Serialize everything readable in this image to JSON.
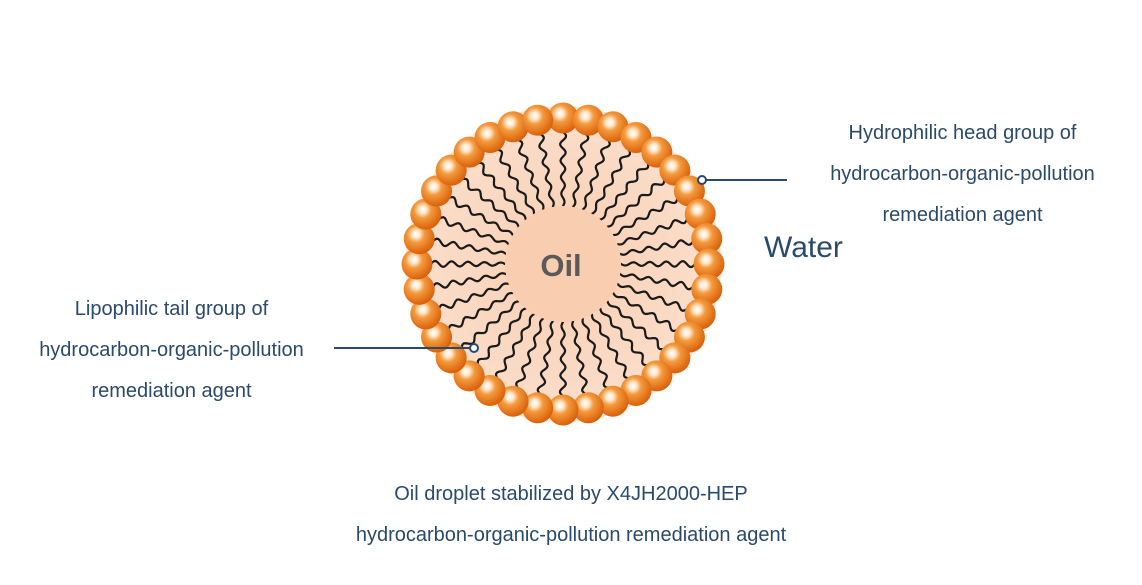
{
  "diagram": {
    "core_label": "Oil",
    "medium_label": "Water",
    "head_label": {
      "lines": [
        "Hydrophilic head group of",
        "hydrocarbon-organic-pollution",
        "remediation agent"
      ]
    },
    "tail_label": {
      "lines": [
        "Lipophilic tail group of",
        "hydrocarbon-organic-pollution",
        "remediation agent"
      ]
    },
    "caption": {
      "lines": [
        "Oil droplet stabilized by X4JH2000-HEP",
        "hydrocarbon-organic-pollution remediation agent"
      ]
    },
    "colors": {
      "head_orange": "#e8741a",
      "head_highlight": "#ffe9cf",
      "oil_core": "#f8cdb0",
      "tail": "#1a1a1a",
      "text": "#2a4a6b",
      "oil_text": "#5a5a5a",
      "leader_line": "#2a4a6b"
    }
  }
}
